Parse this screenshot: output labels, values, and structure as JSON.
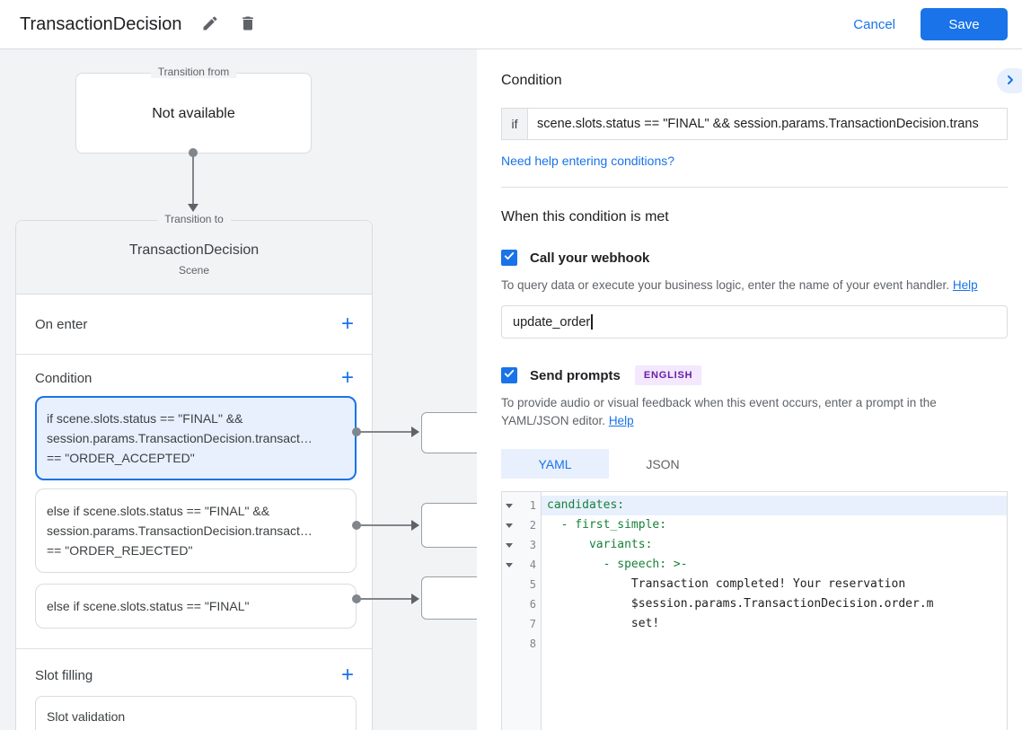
{
  "header": {
    "title": "TransactionDecision",
    "cancel_label": "Cancel",
    "save_label": "Save"
  },
  "colors": {
    "accent_blue": "#1a73e8",
    "light_blue": "#e8f0fe",
    "page_gray": "#f1f3f4",
    "code_green": "#188038",
    "badge_purple_bg": "#f3e8fd",
    "badge_purple_text": "#681da8"
  },
  "graph": {
    "transition_from": {
      "label": "Transition from",
      "content": "Not available"
    },
    "transition_to": {
      "label": "Transition to",
      "title": "TransactionDecision",
      "subtitle": "Scene"
    },
    "on_enter_label": "On enter",
    "condition_label": "Condition",
    "slot_filling_label": "Slot filling",
    "slot_validation_label": "Slot validation",
    "conditions": [
      {
        "lines": [
          "if scene.slots.status == \"FINAL\" &&",
          "session.params.TransactionDecision.transact…",
          "== \"ORDER_ACCEPTED\""
        ]
      },
      {
        "lines": [
          "else if scene.slots.status == \"FINAL\" &&",
          "session.params.TransactionDecision.transact…",
          "== \"ORDER_REJECTED\""
        ]
      },
      {
        "lines": [
          "else if scene.slots.status == \"FINAL\""
        ]
      }
    ]
  },
  "panel": {
    "title": "Condition",
    "if_label": "if",
    "if_value": "scene.slots.status == \"FINAL\" && session.params.TransactionDecision.trans",
    "conditions_help_link": "Need help entering conditions?",
    "when_met_title": "When this condition is met",
    "webhook": {
      "label": "Call your webhook",
      "desc": "To query data or execute your business logic, enter the name of your event handler.",
      "help_label": "Help",
      "value": "update_order"
    },
    "prompts": {
      "label": "Send prompts",
      "badge": "ENGLISH",
      "desc": "To provide audio or visual feedback when this event occurs, enter a prompt in the YAML/JSON editor.",
      "help_label": "Help"
    },
    "tabs": {
      "yaml": "YAML",
      "json": "JSON"
    },
    "editor": {
      "lines": [
        {
          "n": 1,
          "text": "candidates:"
        },
        {
          "n": 2,
          "text": "  - first_simple:"
        },
        {
          "n": 3,
          "text": "      variants:"
        },
        {
          "n": 4,
          "text": "        - speech: >-"
        },
        {
          "n": 5,
          "text": "            Transaction completed! Your reservation"
        },
        {
          "n": 6,
          "text": "            $session.params.TransactionDecision.order.m"
        },
        {
          "n": 7,
          "text": "            set!"
        },
        {
          "n": 8,
          "text": ""
        }
      ]
    }
  }
}
